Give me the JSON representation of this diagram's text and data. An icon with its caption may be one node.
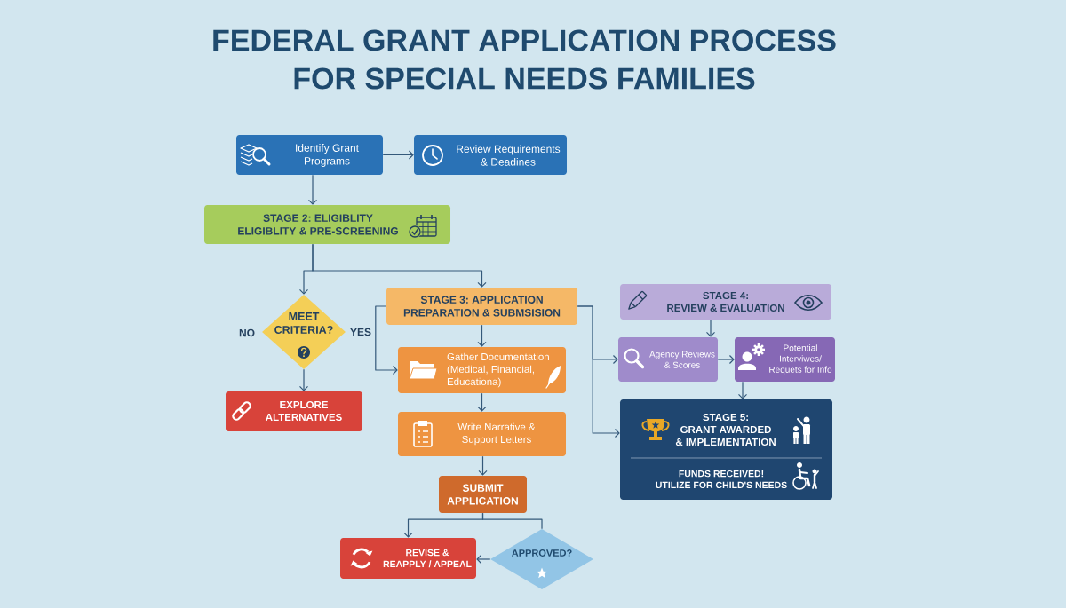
{
  "diagram": {
    "title": "FEDERAL GRANT APPLICATION PROCESS FOR SPECIAL NEEDS FAMILIES",
    "nodes": [
      {
        "text": [
          "Identify Grant Programs"
        ]
      },
      {
        "text": [
          "Review Requirements & Deadines"
        ]
      },
      {
        "text": [
          "STAGE 2: ELIGIBLITY ELIGIBLITY & PRE-SCREENING"
        ]
      },
      {
        "text": [
          "MEET CRITERIA?"
        ],
        "beside": [
          "NO",
          "YES"
        ]
      },
      {
        "text": [
          "EXPLORE ALTERNATIVES"
        ]
      },
      {
        "text": [
          "STAGE 3: APPLICATION PREPARATION & SUBMSISION"
        ]
      },
      {
        "text": [
          "Gather Documentation (Medical, Financial, Educationa)"
        ]
      },
      {
        "text": [
          "Write Narrative & Support Letters"
        ]
      },
      {
        "text": [
          "SUBMIT APPLICATION"
        ]
      },
      {
        "text": [
          "REVISE & REAPPLY / APPEAL"
        ]
      },
      {
        "text": [
          "APPROVED?"
        ]
      },
      {
        "text": [
          "STAGE 4: REVIEW & EVALUATION"
        ]
      },
      {
        "text": [
          "Agency Reviews & Scores"
        ]
      },
      {
        "text": [
          "Potential Interviwes/ Requets for Info"
        ]
      },
      {
        "text": [
          "STAGE 5: GRANT AWARDED & IMPLEMENTATION",
          "FUNDS RECEIVED! UTILIZE FOR CHILD'S NEEDS"
        ]
      }
    ],
    "edges": [
      {
        "from": 0,
        "to": 1,
        "arrow": "to"
      },
      {
        "from": 0,
        "to": 2,
        "arrow": "to"
      },
      {
        "from": 2,
        "to": 3,
        "arrow": "to"
      },
      {
        "from": 2,
        "to": 5,
        "arrow": "to"
      },
      {
        "from": 3,
        "to": 4,
        "arrow": "to"
      },
      {
        "from": 5,
        "to": 6,
        "arrow": "to"
      },
      {
        "from": 5,
        "to": 6,
        "arrow": "to"
      },
      {
        "from": 6,
        "to": 7,
        "arrow": "to"
      },
      {
        "from": 7,
        "to": 8,
        "arrow": "to"
      },
      {
        "from": 8,
        "to": 9,
        "arrow": "to"
      },
      {
        "from": 8,
        "to": 10,
        "arrow": "none"
      },
      {
        "from": 10,
        "to": 9,
        "arrow": "to"
      },
      {
        "from": 5,
        "to": 12,
        "arrow": "to"
      },
      {
        "from": 5,
        "to": 14,
        "arrow": "to"
      },
      {
        "from": 11,
        "to": 12,
        "arrow": "to"
      },
      {
        "from": 12,
        "to": 13,
        "arrow": "to"
      },
      {
        "from": 13,
        "to": 14,
        "arrow": "to"
      }
    ]
  }
}
